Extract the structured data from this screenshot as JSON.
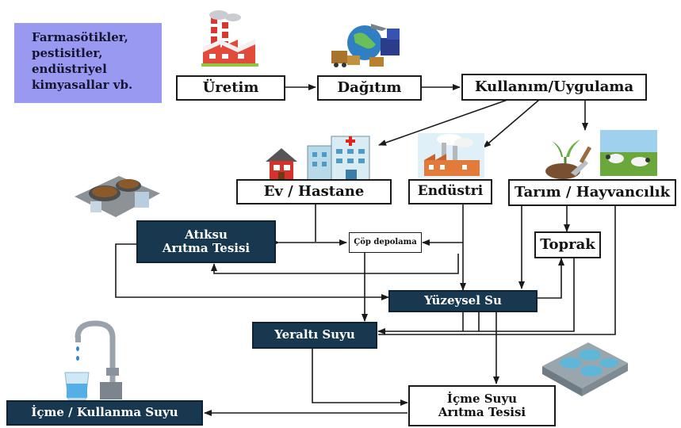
{
  "source_note": {
    "lines": [
      "Farmasötikler,",
      "pestisitler,",
      "endüstriyel",
      "kimyasallar vb."
    ]
  },
  "nodes": {
    "uretim": "Üretim",
    "dagitim": "Dağıtım",
    "kullanim": "Kullanım/Uygulama",
    "ev_hastane": "Ev / Hastane",
    "endustri": "Endüstri",
    "tarim": "Tarım / Hayvancılık",
    "atiksu": "Atıksu Arıtma Tesisi",
    "cop": "Çöp depolama",
    "toprak": "Toprak",
    "yuzeysel": "Yüzeysel Su",
    "yeralti": "Yeraltı Suyu",
    "icme_aritma": "İçme Suyu Arıtma Tesisi",
    "icme_kullanma": "İçme / Kullanma Suyu"
  },
  "colors": {
    "dark_box": "#17384f",
    "note_box": "#9999f2",
    "line": "#1a1a1a"
  },
  "icons": {
    "factory_main": "factory-icon",
    "distribution": "globe-shipping-icon",
    "house": "house-icon",
    "hospital": "hospital-icon",
    "industry": "industry-icon",
    "farming": "plant-shovel-icon",
    "livestock": "sheep-field-icon",
    "wastewater_plant": "wastewater-plant-icon",
    "faucet": "water-faucet-icon",
    "treatment_plant": "water-treatment-plant-icon"
  }
}
